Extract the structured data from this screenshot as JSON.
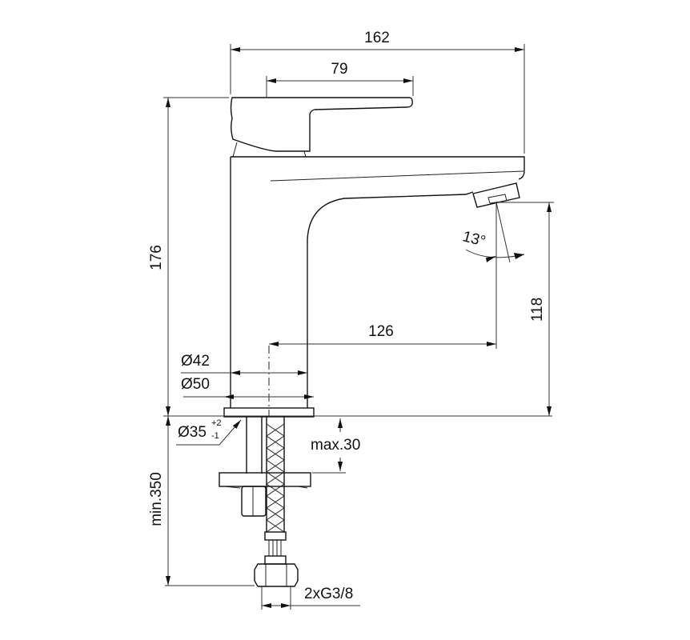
{
  "drawing": {
    "dimensions": {
      "overall_width": "162",
      "handle_length": "79",
      "overall_height": "176",
      "spout_height": "118",
      "spout_reach": "126",
      "body_diameter": "Ø42",
      "base_diameter": "Ø50",
      "hole_diameter": "Ø35",
      "hole_tol_upper": "+2",
      "hole_tol_lower": "-1",
      "max_deck_thickness": "max.30",
      "hose_length": "min.350",
      "connection": "2xG3/8",
      "spray_angle": "13°"
    }
  }
}
